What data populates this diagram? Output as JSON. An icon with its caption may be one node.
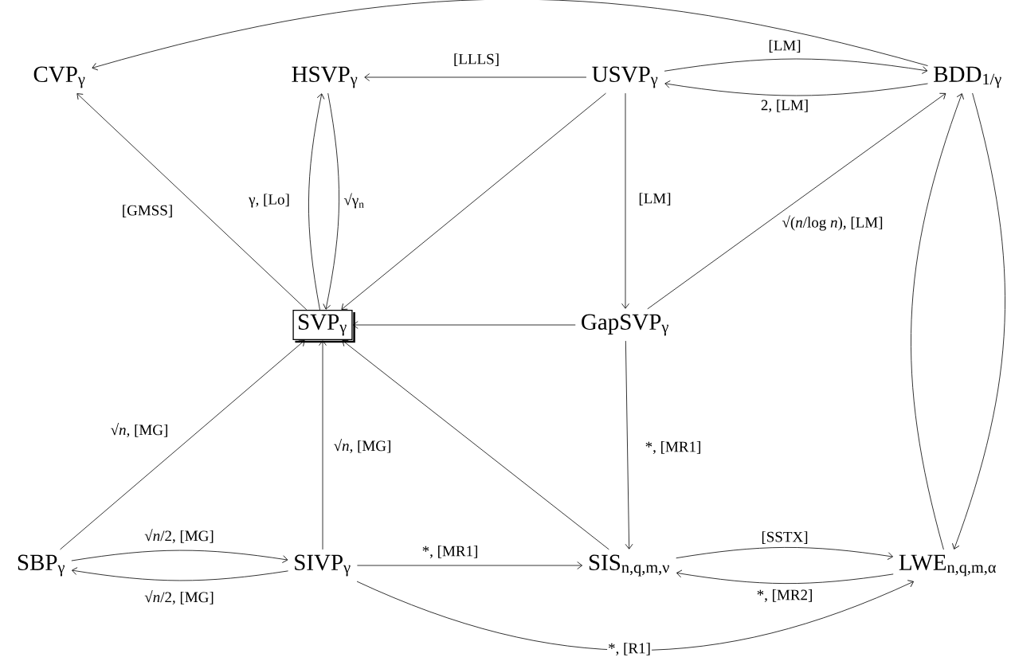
{
  "diagram": {
    "nodes": [
      {
        "text": [
          "CVP$_{γ}$"
        ]
      },
      {
        "text": [
          "HSVP$_{γ}$"
        ]
      },
      {
        "text": [
          "USVP$_{γ}$"
        ]
      },
      {
        "text": [
          "BDD$_{1/γ}$"
        ]
      },
      {
        "text": [
          "SVP$_{γ}$"
        ]
      },
      {
        "text": [
          "GapSVP$_{γ}$"
        ]
      },
      {
        "text": [
          "SBP$_{γ}$"
        ]
      },
      {
        "text": [
          "SIVP$_{γ}$"
        ]
      },
      {
        "text": [
          "SIS$_{n,q,m,ν}$"
        ]
      },
      {
        "text": [
          "LWE$_{n,q,m,α}$"
        ]
      }
    ],
    "edges": [
      {
        "from": 3,
        "to": 0,
        "arrow": "to"
      },
      {
        "from": 2,
        "to": 1,
        "arrow": "to",
        "label": "[LLLS]"
      },
      {
        "from": 2,
        "to": 3,
        "arrow": "to",
        "label": "[LM]"
      },
      {
        "from": 3,
        "to": 2,
        "arrow": "to",
        "label": "2, [LM]"
      },
      {
        "from": 4,
        "to": 0,
        "arrow": "to",
        "label": "[GMSS]"
      },
      {
        "from": 4,
        "to": 1,
        "arrow": "to",
        "label": "γ, [Lo]"
      },
      {
        "from": 1,
        "to": 4,
        "arrow": "to",
        "label": "√γ$_{n}$"
      },
      {
        "from": 2,
        "to": 4,
        "arrow": "to"
      },
      {
        "from": 2,
        "to": 5,
        "arrow": "to",
        "label": "[LM]"
      },
      {
        "from": 5,
        "to": 3,
        "arrow": "to",
        "label": "√(*n*/log *n*), [LM]"
      },
      {
        "from": 5,
        "to": 4,
        "arrow": "to"
      },
      {
        "from": 5,
        "to": 8,
        "arrow": "to",
        "label": "*, [MR1]"
      },
      {
        "from": 6,
        "to": 4,
        "arrow": "to",
        "label": "√*n*, [MG]"
      },
      {
        "from": 7,
        "to": 4,
        "arrow": "to",
        "label": "√*n*, [MG]"
      },
      {
        "from": 8,
        "to": 4,
        "arrow": "to"
      },
      {
        "from": 6,
        "to": 7,
        "arrow": "to",
        "label": "√*n*/2, [MG]"
      },
      {
        "from": 7,
        "to": 6,
        "arrow": "to",
        "label": "√*n*/2, [MG]"
      },
      {
        "from": 7,
        "to": 8,
        "arrow": "to",
        "label": "*, [MR1]"
      },
      {
        "from": 8,
        "to": 9,
        "arrow": "to",
        "label": "[SSTX]"
      },
      {
        "from": 9,
        "to": 8,
        "arrow": "to",
        "label": "*, [MR2]"
      },
      {
        "from": 7,
        "to": 9,
        "arrow": "to",
        "label": "*, [R1]"
      },
      {
        "from": 9,
        "to": 3,
        "arrow": "to"
      },
      {
        "from": 3,
        "to": 9,
        "arrow": "to"
      }
    ]
  }
}
